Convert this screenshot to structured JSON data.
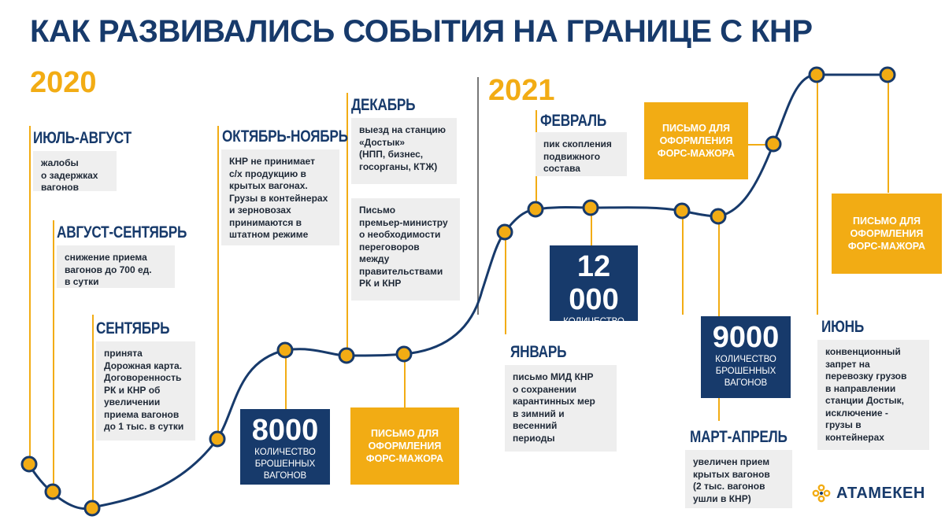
{
  "title": "КАК РАЗВИВАЛИСЬ СОБЫТИЯ НА ГРАНИЦЕ С КНР",
  "years": {
    "y2020": "2020",
    "y2021": "2021"
  },
  "events": {
    "jul_aug": {
      "heading": "ИЮЛЬ-АВГУСТ",
      "text": "жалобы\nо задержках\nвагонов"
    },
    "aug_sep": {
      "heading": "АВГУСТ-СЕНТЯБРЬ",
      "text": "снижение приема\nвагонов до 700 ед.\nв сутки"
    },
    "sep": {
      "heading": "СЕНТЯБРЬ",
      "text": "принята\nДорожная карта.\nДоговоренность\nРК и КНР об\nувеличении\nприема вагонов\nдо 1 тыс. в сутки"
    },
    "oct_nov": {
      "heading": "ОКТЯБРЬ-НОЯБРЬ",
      "text": "КНР не принимает\nс/х продукцию в\nкрытых вагонах.\nГрузы в контейнерах\nи зерновозах\nпринимаются в\nштатном режиме"
    },
    "dec": {
      "heading": "ДЕКАБРЬ",
      "text": "выезд на станцию\n«Достык»\n(НПП, бизнес,\nгосорганы, КТЖ)",
      "text2": "Письмо\nпремьер-министру\nо необходимости\nпереговоров\nмежду\nправительствами\nРК и КНР"
    },
    "jan": {
      "heading": "ЯНВАРЬ",
      "text": "письмо МИД КНР\nо сохранении\nкарантинных мер\nв зимний и\nвесенний\nпериоды"
    },
    "feb": {
      "heading": "ФЕВРАЛЬ",
      "text": "пик скопления\nподвижного\nсостава"
    },
    "mar_apr": {
      "heading": "МАРТ-АПРЕЛЬ",
      "text": "увеличен прием\nкрытых вагонов\n(2 тыс. вагонов\nушли в КНР)"
    },
    "jun": {
      "heading": "ИЮНЬ",
      "text": "конвенционный\nзапрет на\nперевозку грузов\nв направлении\nстанции Достык,\nисключение -\nгрузы в\nконтейнерах"
    }
  },
  "stats": {
    "s8000": {
      "value": "8000",
      "label": "КОЛИЧЕСТВО\nБРОШЕННЫХ\nВАГОНОВ"
    },
    "s12000": {
      "value": "12 000",
      "label": "КОЛИЧЕСТВО\nБРОШЕННЫХ\nВАГОНОВ"
    },
    "s9000": {
      "value": "9000",
      "label": "КОЛИЧЕСТВО\nБРОШЕННЫХ\nВАГОНОВ"
    }
  },
  "force_majeure": {
    "fm1": "ПИСЬМО ДЛЯ\nОФОРМЛЕНИЯ\nФОРС-МАЖОРА",
    "fm2": "ПИСЬМО ДЛЯ\nОФОРМЛЕНИЯ\nФОРС-МАЖОРА",
    "fm3": "ПИСЬМО ДЛЯ\nОФОРМЛЕНИЯ\nФОРС-МАЖОРА"
  },
  "logo": {
    "text": "АТАМЕКЕН"
  },
  "colors": {
    "navy": "#173a6b",
    "gold": "#f2ac14",
    "grey_box": "#eeeeee"
  }
}
